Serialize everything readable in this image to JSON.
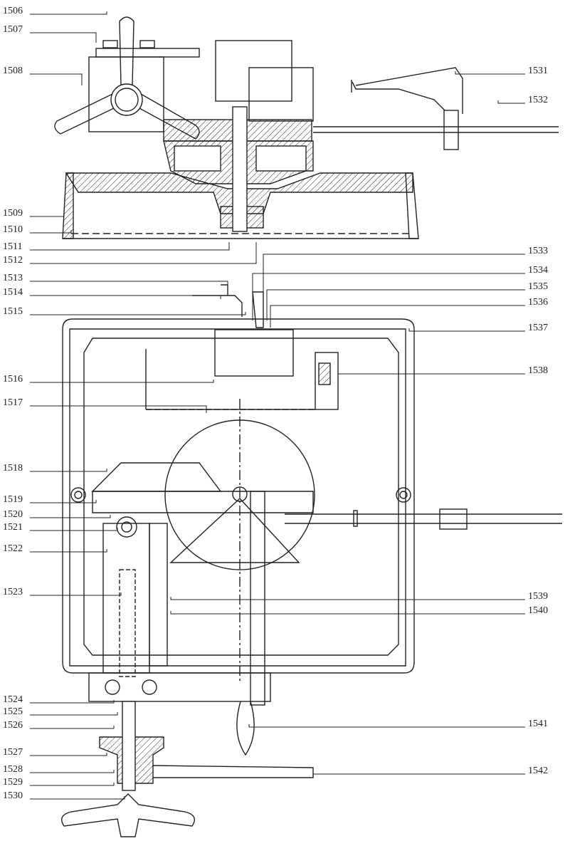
{
  "figure": {
    "left_labels": [
      "1506",
      "1507",
      "1508",
      "1509",
      "1510",
      "1511",
      "1512",
      "1513",
      "1514",
      "1515",
      "1516",
      "1517",
      "1518",
      "1519",
      "1520",
      "1521",
      "1522",
      "1523",
      "1524",
      "1525",
      "1526",
      "1527",
      "1528",
      "1529",
      "1530"
    ],
    "right_labels": [
      "1531",
      "1532",
      "1533",
      "1534",
      "1535",
      "1536",
      "1537",
      "1538",
      "1539",
      "1540",
      "1541",
      "1542"
    ]
  }
}
